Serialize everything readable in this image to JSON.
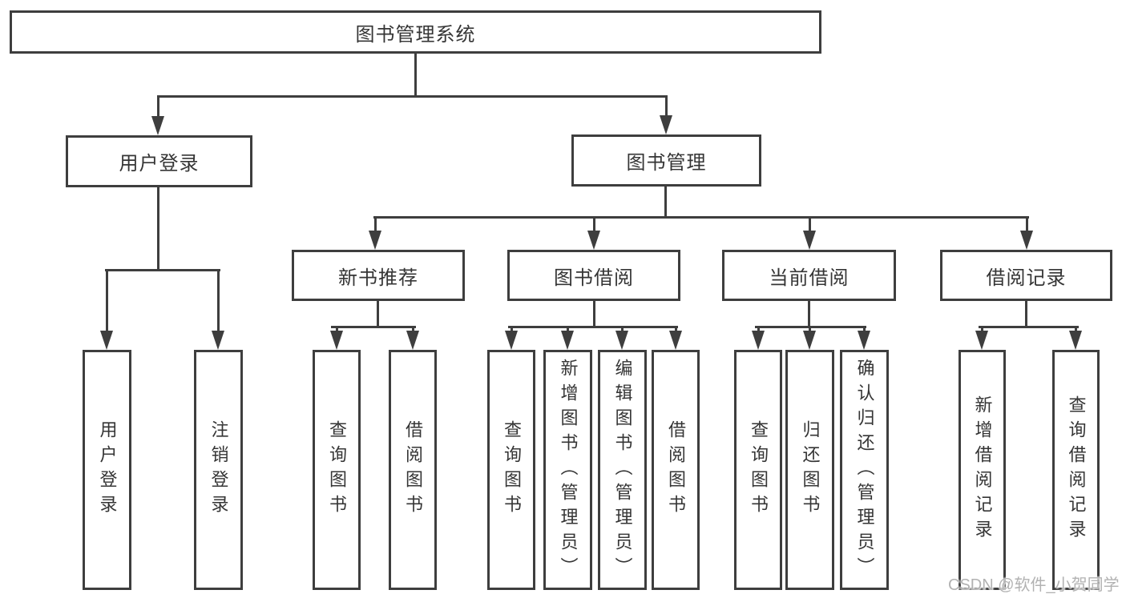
{
  "diagram": {
    "root": {
      "label": "图书管理系统"
    },
    "level2": [
      {
        "id": "user-login",
        "label": "用户登录"
      },
      {
        "id": "book-management",
        "label": "图书管理"
      }
    ],
    "level3": [
      {
        "id": "new-book-recommend",
        "label": "新书推荐",
        "parent": "book-management"
      },
      {
        "id": "book-borrowing",
        "label": "图书借阅",
        "parent": "book-management"
      },
      {
        "id": "current-borrowing",
        "label": "当前借阅",
        "parent": "book-management"
      },
      {
        "id": "borrowing-records",
        "label": "借阅记录",
        "parent": "book-management"
      }
    ],
    "leaves": [
      {
        "parent": "user-login",
        "label": "用户登录"
      },
      {
        "parent": "user-login",
        "label": "注销登录"
      },
      {
        "parent": "new-book-recommend",
        "label": "查询图书"
      },
      {
        "parent": "new-book-recommend",
        "label": "借阅图书"
      },
      {
        "parent": "book-borrowing",
        "label": "查询图书"
      },
      {
        "parent": "book-borrowing",
        "label": "新增图书（管理员）"
      },
      {
        "parent": "book-borrowing",
        "label": "编辑图书（管理员）"
      },
      {
        "parent": "book-borrowing",
        "label": "借阅图书"
      },
      {
        "parent": "current-borrowing",
        "label": "查询图书"
      },
      {
        "parent": "current-borrowing",
        "label": "归还图书"
      },
      {
        "parent": "current-borrowing",
        "label": "确认归还（管理员）"
      },
      {
        "parent": "borrowing-records",
        "label": "新增借阅记录"
      },
      {
        "parent": "borrowing-records",
        "label": "查询借阅记录"
      }
    ],
    "colors": {
      "line": "#3e3e3e",
      "text": "#353535",
      "background": "#ffffff",
      "watermark": "#b2b2b2"
    }
  },
  "watermark": {
    "text": "CSDN @软件_小贺同学"
  }
}
